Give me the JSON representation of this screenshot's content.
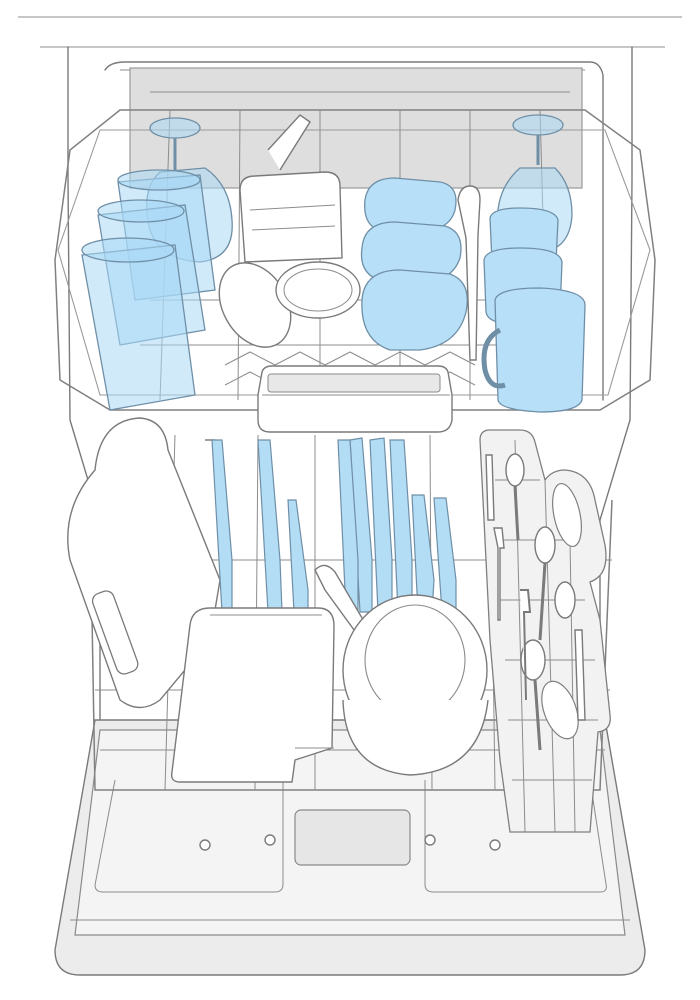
{
  "figure": {
    "subject": "dishwasher-loading-illustration",
    "colors": {
      "glassware": "#a9d9f5",
      "outline": "#7a7a7a",
      "tub": "#ececec",
      "background": "#ffffff"
    },
    "upper_rack": {
      "items": [
        "wine-glass",
        "wine-glass",
        "tumbler",
        "tumbler",
        "tumbler",
        "bowl",
        "bowl",
        "bowl",
        "mug",
        "mug",
        "mug",
        "container",
        "container-lid",
        "lid",
        "lid",
        "spatula",
        "baking-dish"
      ]
    },
    "lower_rack": {
      "items": [
        "plate",
        "plate",
        "plate",
        "plate",
        "plate",
        "plate",
        "plate",
        "plate",
        "plate",
        "casserole-dish",
        "serving-bowl",
        "cutting-board",
        "utensil",
        "silverware-basket"
      ]
    }
  }
}
